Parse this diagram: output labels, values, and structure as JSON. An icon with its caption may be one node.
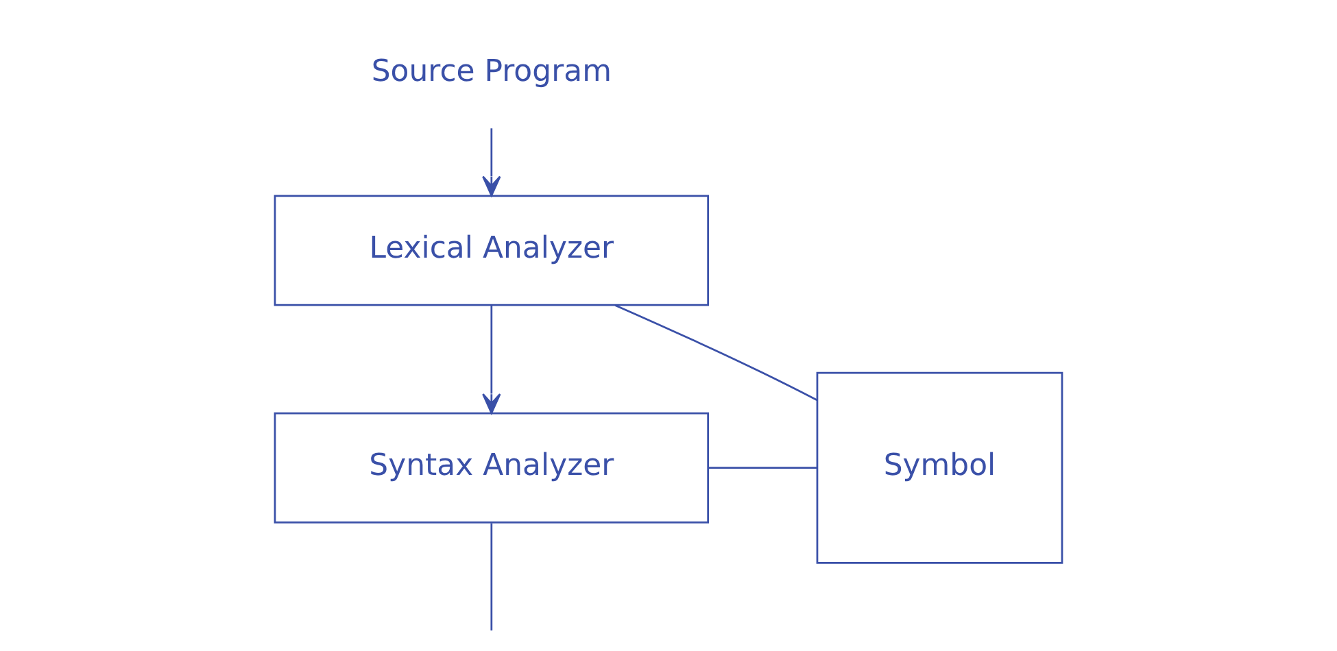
{
  "diagram": {
    "nodes": [
      {
        "text": [
          "Source Program"
        ]
      },
      {
        "text": [
          "Lexical Analyzer"
        ]
      },
      {
        "text": [
          "Syntax Analyzer"
        ]
      },
      {
        "text": [
          "Symbol"
        ]
      }
    ],
    "edges": [
      {
        "from": 0,
        "to": 1,
        "arrow": "to"
      },
      {
        "from": 1,
        "to": 2,
        "arrow": "to"
      },
      {
        "from": 3,
        "to": 1,
        "arrow": "none"
      },
      {
        "from": 3,
        "to": 2,
        "arrow": "none"
      },
      {
        "from": 2,
        "to": null,
        "arrow": "none"
      }
    ]
  }
}
